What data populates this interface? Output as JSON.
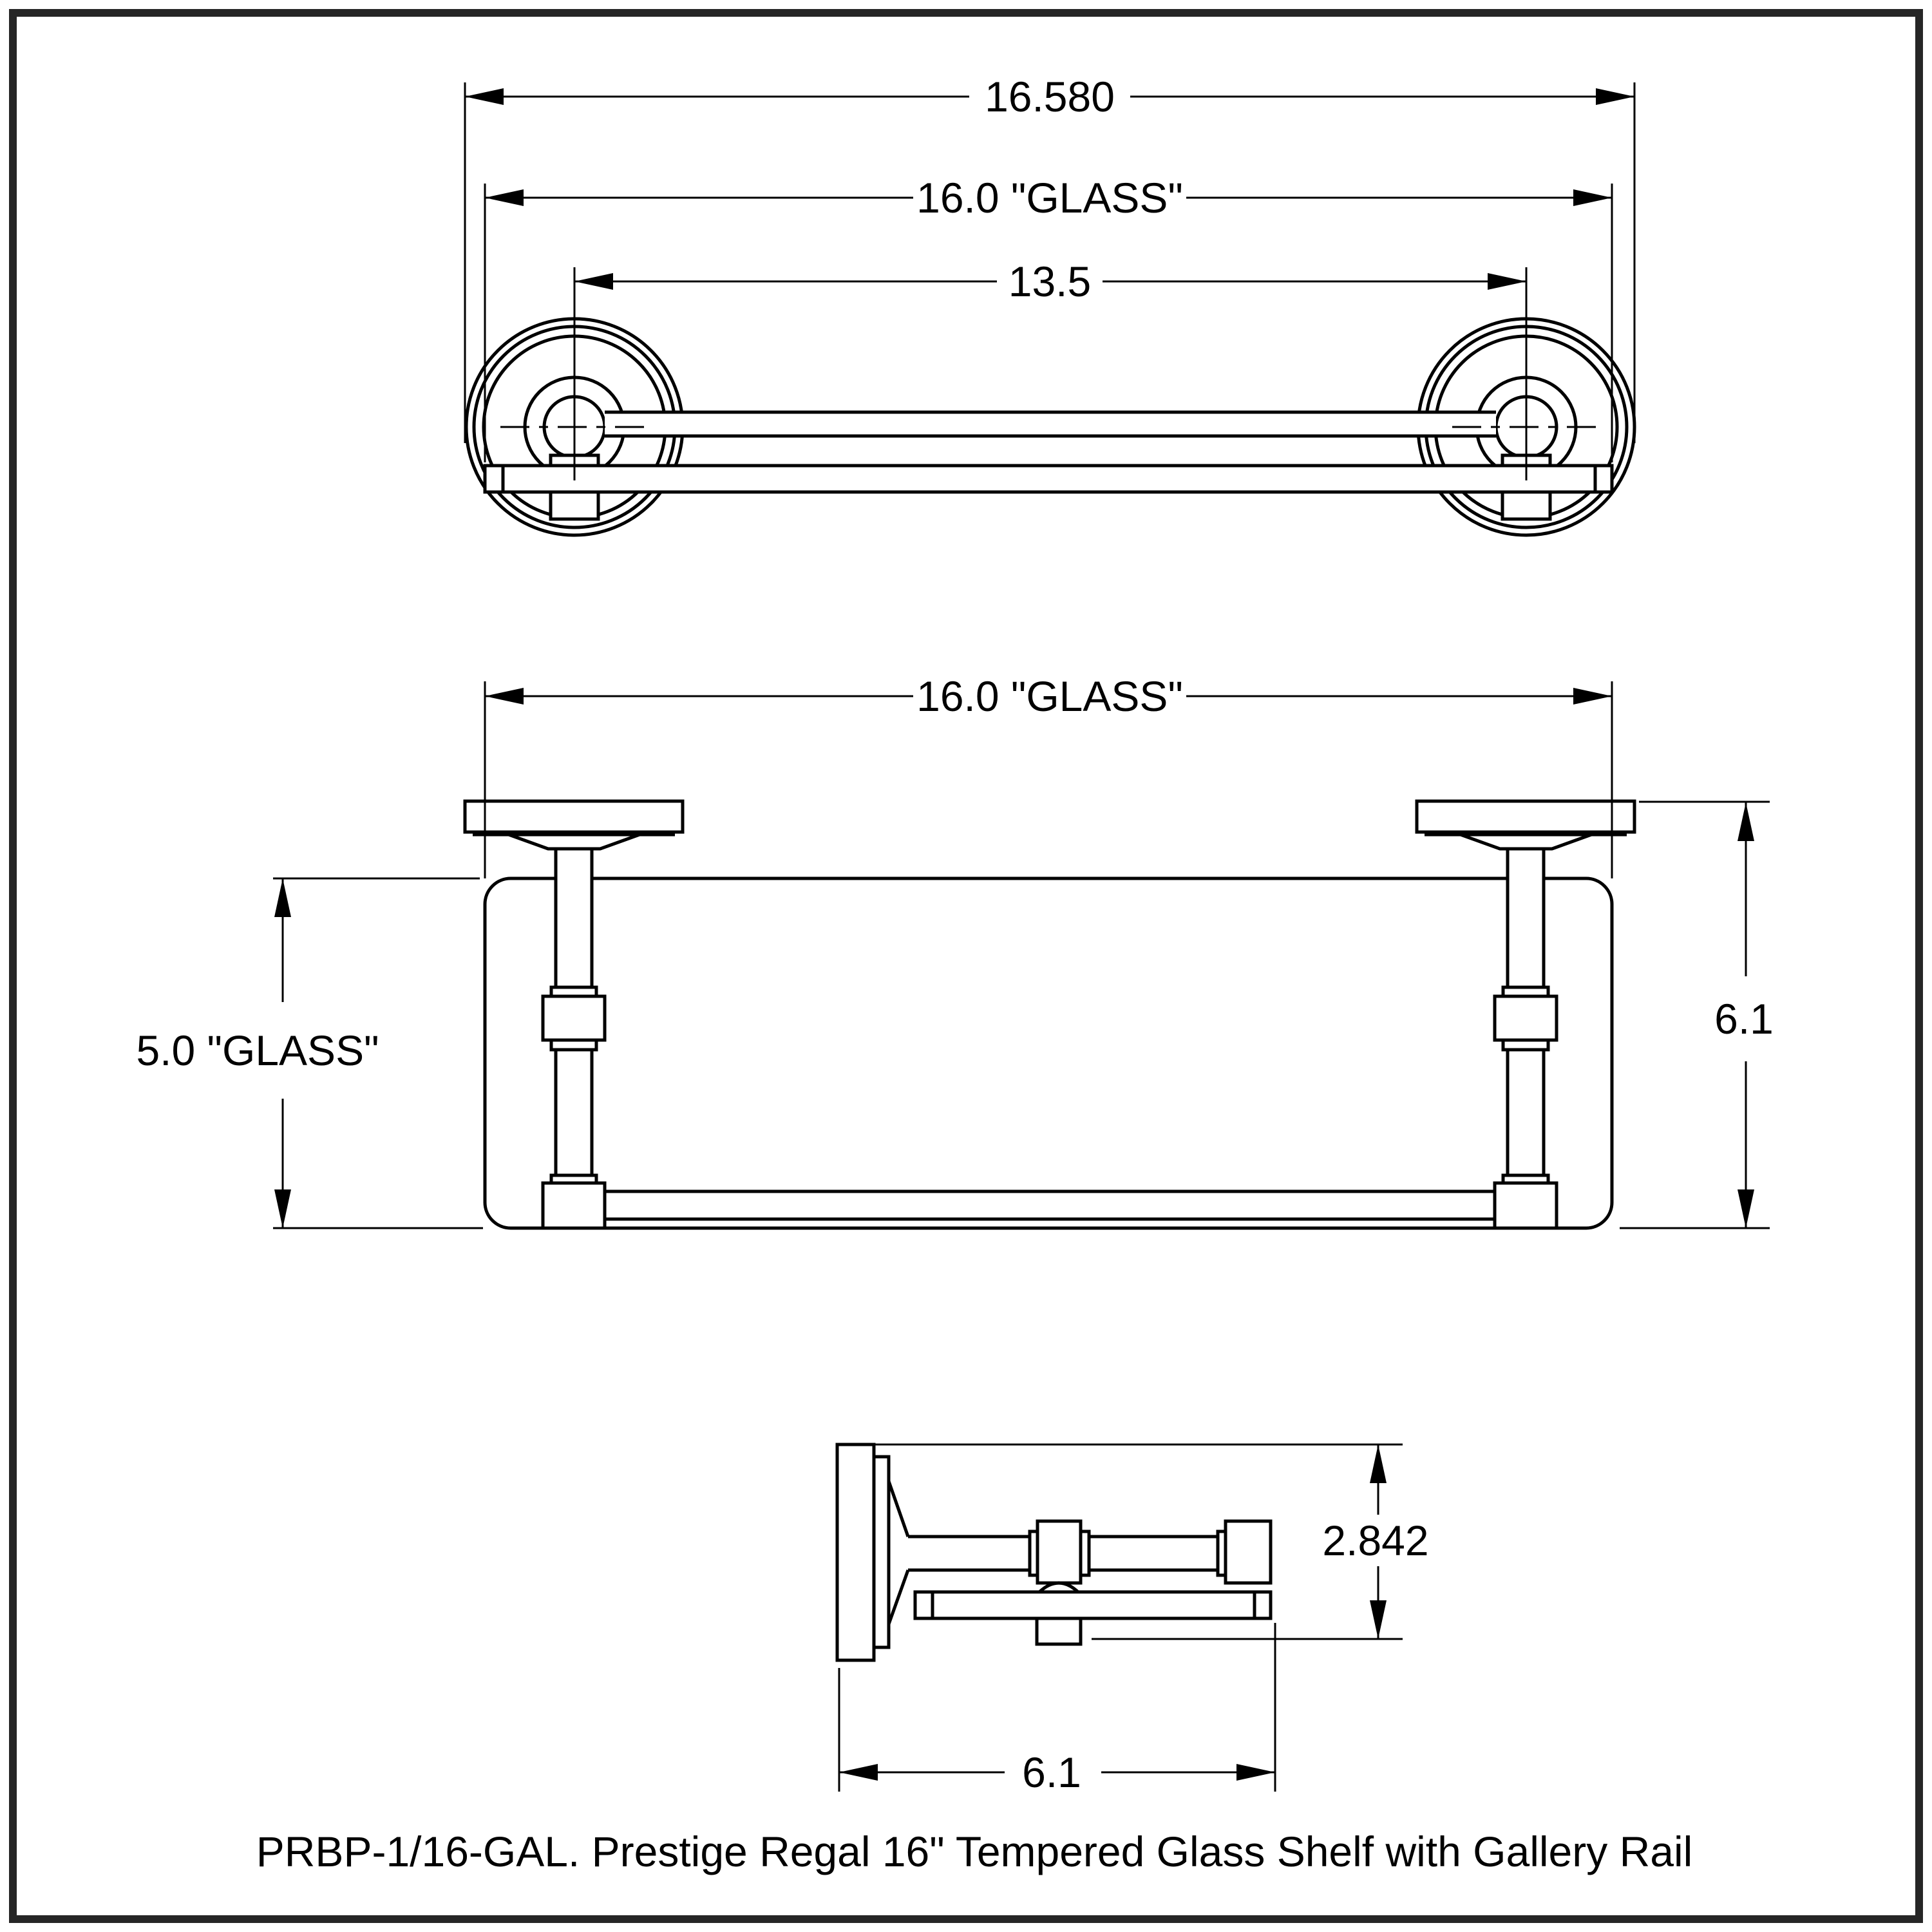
{
  "colors": {
    "background": "#ffffff",
    "line": "#000000",
    "border": "#262626"
  },
  "caption": "PRBP-1/16-GAL. Prestige Regal 16\" Tempered Glass Shelf with Gallery Rail",
  "front_view": {
    "overall_width": "16.580",
    "glass_width": "16.0 \"GLASS\"",
    "post_spacing": "13.5"
  },
  "plan_view": {
    "glass_width": "16.0 \"GLASS\"",
    "glass_depth": "5.0 \"GLASS\"",
    "overall_height": "6.1"
  },
  "side_view": {
    "bracket_height": "2.842",
    "overall_depth": "6.1"
  }
}
